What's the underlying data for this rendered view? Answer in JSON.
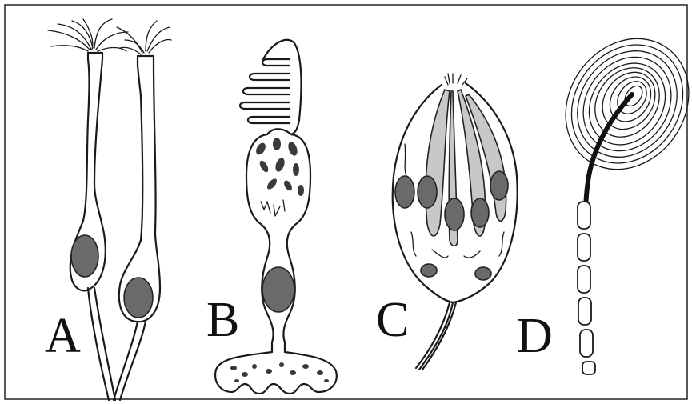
{
  "figure": {
    "labels": {
      "a": "A",
      "b": "B",
      "c": "C",
      "d": "D"
    }
  }
}
